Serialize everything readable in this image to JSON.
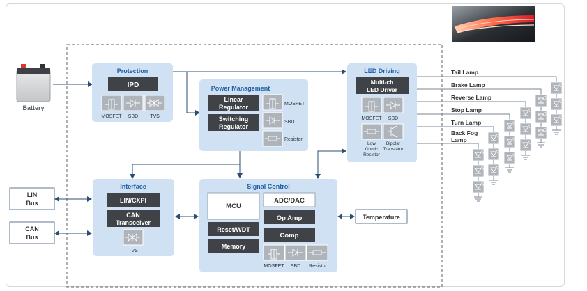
{
  "colors": {
    "block_fill": "#cfe1f2",
    "block_title": "#1f5fa8",
    "dark_box": "#3f4246",
    "icon_fill": "#aeb4ba",
    "line": "#2b4f74",
    "lamp_line": "#7a8592",
    "dashed_border": "#7d7d7d"
  },
  "battery": {
    "label": "Battery",
    "icon": "car-battery-icon"
  },
  "photo": {
    "icon": "car-tail-light-photo"
  },
  "protection": {
    "title": "Protection",
    "ipd": "IPD",
    "components": [
      "MOSFET",
      "SBD",
      "TVS"
    ]
  },
  "power_management": {
    "title": "Power Management",
    "linear_regulator": [
      "Linear",
      "Regulator"
    ],
    "switching_regulator": [
      "Switching",
      "Regulator"
    ],
    "components": [
      "MOSFET",
      "SBD",
      "Resistor"
    ]
  },
  "led_driving": {
    "title": "LED Driving",
    "driver": [
      "Multi-ch",
      "LED Driver"
    ],
    "row1": [
      "MOSFET",
      "SBD"
    ],
    "low_ohmic": [
      "Low",
      "Ohmic",
      "Resistor"
    ],
    "bipolar": [
      "Bipolar",
      "Translator"
    ]
  },
  "interface": {
    "title": "Interface",
    "lin_cxpi": "LIN/CXPI",
    "can_transceiver": [
      "CAN",
      "Transceiver"
    ],
    "tvs": "TVS"
  },
  "signal_control": {
    "title": "Signal Control",
    "mcu": "MCU",
    "adc_dac": "ADC/DAC",
    "op_amp": "Op Amp",
    "reset_wdt": "Reset/WDT",
    "comp": "Comp",
    "memory": "Memory",
    "components": [
      "MOSFET",
      "SBD",
      "Resistor"
    ]
  },
  "lin_bus": [
    "LIN",
    "Bus"
  ],
  "can_bus": [
    "CAN",
    "Bus"
  ],
  "temperature": "Temperature",
  "lamps": [
    "Tail Lamp",
    "Brake Lamp",
    "Reverse Lamp",
    "Stop Lamp",
    "Turn Lamp",
    "Back Fog",
    "Lamp"
  ]
}
